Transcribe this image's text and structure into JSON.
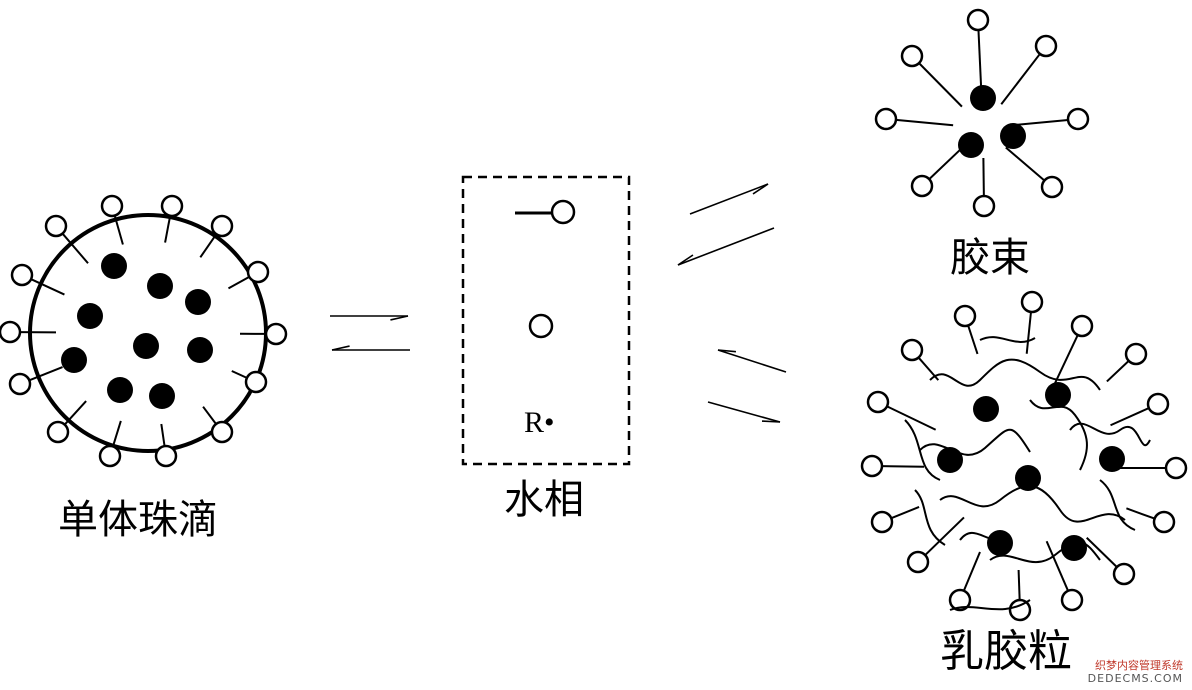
{
  "labels": {
    "monomer_droplet": "单体珠滴",
    "aqueous_phase": "水相",
    "micelle": "胶束",
    "latex_particle": "乳胶粒",
    "radical": "R•"
  },
  "watermark": {
    "line1": "织梦内容管理系统",
    "line2": "DEDECMS.COM"
  },
  "colors": {
    "ink": "#000000",
    "background": "#ffffff"
  }
}
